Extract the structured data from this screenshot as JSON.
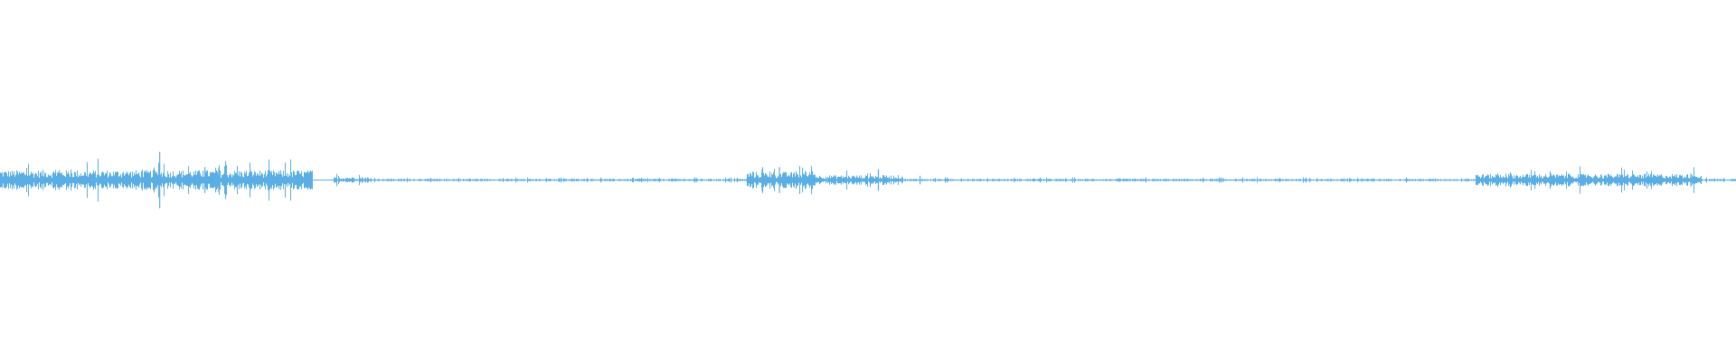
{
  "colors": {
    "background": "#ffffff",
    "waveform": "#5aaee3"
  },
  "waveform": {
    "description_key": "audio-waveform",
    "segments": [
      {
        "start": 0.0,
        "end": 0.18,
        "level": 0.16
      },
      {
        "start": 0.18,
        "end": 0.192,
        "level": 0.0
      },
      {
        "start": 0.192,
        "end": 0.212,
        "level": 0.05
      },
      {
        "start": 0.212,
        "end": 0.43,
        "level": 0.02
      },
      {
        "start": 0.43,
        "end": 0.47,
        "level": 0.13
      },
      {
        "start": 0.47,
        "end": 0.52,
        "level": 0.08
      },
      {
        "start": 0.52,
        "end": 0.85,
        "level": 0.02
      },
      {
        "start": 0.85,
        "end": 0.98,
        "level": 0.1
      },
      {
        "start": 0.98,
        "end": 1.0,
        "level": 0.02
      }
    ],
    "peaks": [
      {
        "pos": 0.034,
        "level": 0.18
      },
      {
        "pos": 0.092,
        "level": 0.52
      },
      {
        "pos": 0.118,
        "level": 0.24
      },
      {
        "pos": 0.126,
        "level": 0.22
      },
      {
        "pos": 0.146,
        "level": 0.1
      },
      {
        "pos": 0.439,
        "level": 0.2
      },
      {
        "pos": 0.449,
        "level": 0.24
      },
      {
        "pos": 0.467,
        "level": 0.1
      },
      {
        "pos": 0.506,
        "level": 0.2
      },
      {
        "pos": 0.53,
        "level": 0.08
      },
      {
        "pos": 0.87,
        "level": 0.14
      },
      {
        "pos": 0.893,
        "level": 0.16
      },
      {
        "pos": 0.974,
        "level": 0.12
      }
    ]
  }
}
